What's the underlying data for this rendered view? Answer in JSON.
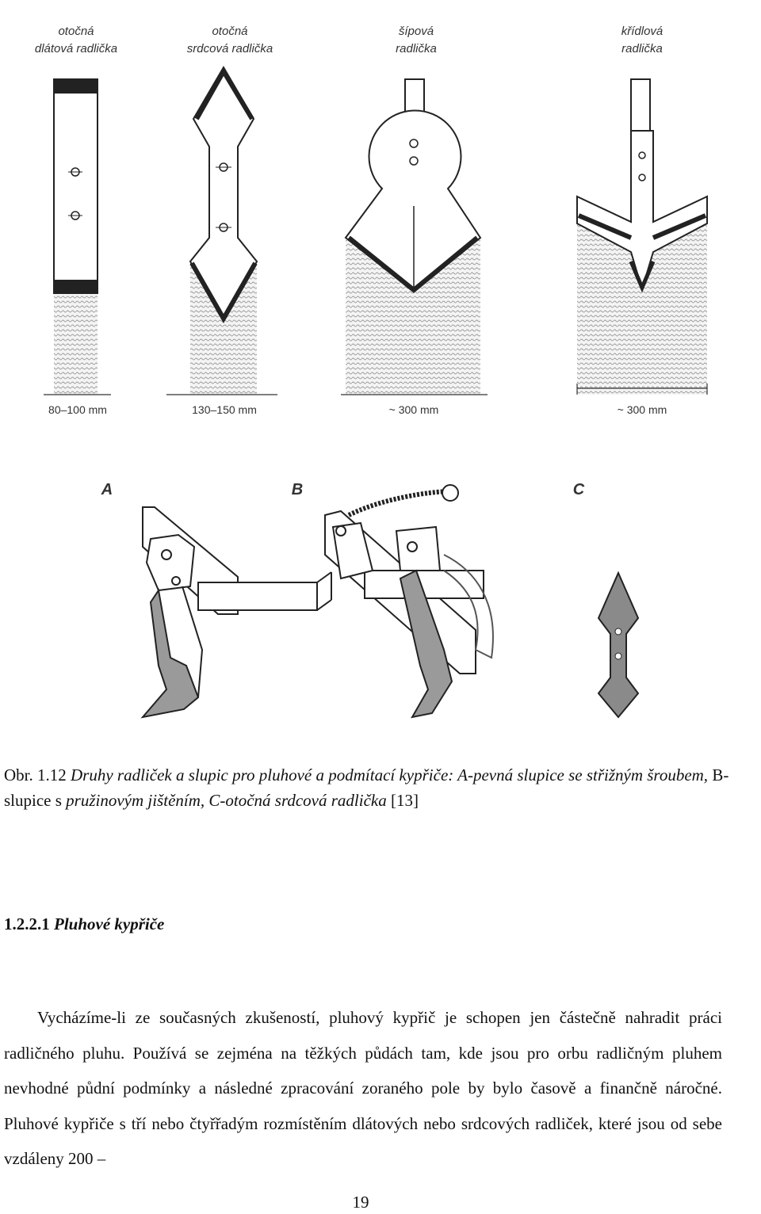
{
  "figure": {
    "top_labels": [
      {
        "line1": "otočná",
        "line2": "dlátová radlička"
      },
      {
        "line1": "otočná",
        "line2": "srdcová radlička"
      },
      {
        "line1": "šípová",
        "line2": "radlička"
      },
      {
        "line1": "křídlová",
        "line2": "radlička"
      }
    ],
    "dimensions": [
      "80–100 mm",
      "130–150 mm",
      "~ 300 mm",
      "~ 300 mm"
    ],
    "letters": [
      "A",
      "B",
      "C"
    ]
  },
  "caption": {
    "prefix": "Obr. 1.12 ",
    "italic": "Druhy radliček a slupic pro pluhové a podmítací kypřiče: A-pevná slupice se střižným šroubem,",
    "middle": " B-slupice s ",
    "italic2": "pružinovým jištěním, C-otočná srdcová radlička",
    "suffix": " [13]"
  },
  "heading": {
    "number": "1.2.2.1 ",
    "title": "Pluhové kypřiče"
  },
  "paragraph": {
    "text": "Vycházíme-li ze současných zkušeností, pluhový kypřič je schopen jen částečně nahradit práci radličného pluhu. Používá se zejména na těžkých půdách tam, kde jsou pro orbu radličným pluhem nevhodné půdní podmínky a následné zpracování zoraného pole by bylo časově a finančně náročné. Pluhové kypřiče s tří nebo čtyřřadým rozmístěním dlátových nebo srdcových radliček, které jsou od sebe vzdáleny 200 –"
  },
  "page_number": "19"
}
